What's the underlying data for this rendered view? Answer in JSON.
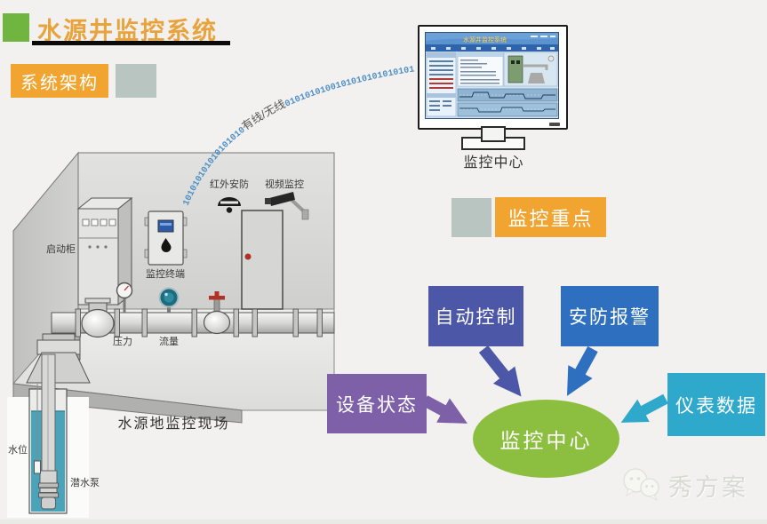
{
  "header": {
    "title": "水源井监控系统"
  },
  "section_labels": {
    "architecture": "系统架构",
    "focus": "监控重点"
  },
  "monitor": {
    "label": "监控中心",
    "screen_title": "水源井监控系统"
  },
  "connection": {
    "binary_prefix": "101010101010101010",
    "label": "有线/无线",
    "binary_suffix": "01010101001010101010101010"
  },
  "site": {
    "caption": "水源地监控现场",
    "labels": {
      "cabinet": "启动柜",
      "terminal": "监控终端",
      "infrared": "红外安防",
      "camera": "视频监控",
      "pressure": "压力",
      "flow": "流量",
      "water_level": "水位",
      "pump": "潜水泵"
    }
  },
  "focus_diagram": {
    "center": {
      "label": "监控中心",
      "color": "#8CBF3F"
    },
    "nodes": [
      {
        "label": "设备状态",
        "color": "#7E60A8"
      },
      {
        "label": "自动控制",
        "color": "#4C57A7"
      },
      {
        "label": "安防报警",
        "color": "#2E70BF"
      },
      {
        "label": "仪表数据",
        "color": "#2EA9CB"
      }
    ]
  },
  "watermark": {
    "text": "秀方案"
  },
  "colors": {
    "title_text": "#E8A33C",
    "tag_orange": "#F2A430",
    "bullet_green": "#6FB53F",
    "accent_gray_green": "#B8C5C1",
    "binary_blue": "#4E8FC7",
    "water": "#4AA3B8"
  }
}
